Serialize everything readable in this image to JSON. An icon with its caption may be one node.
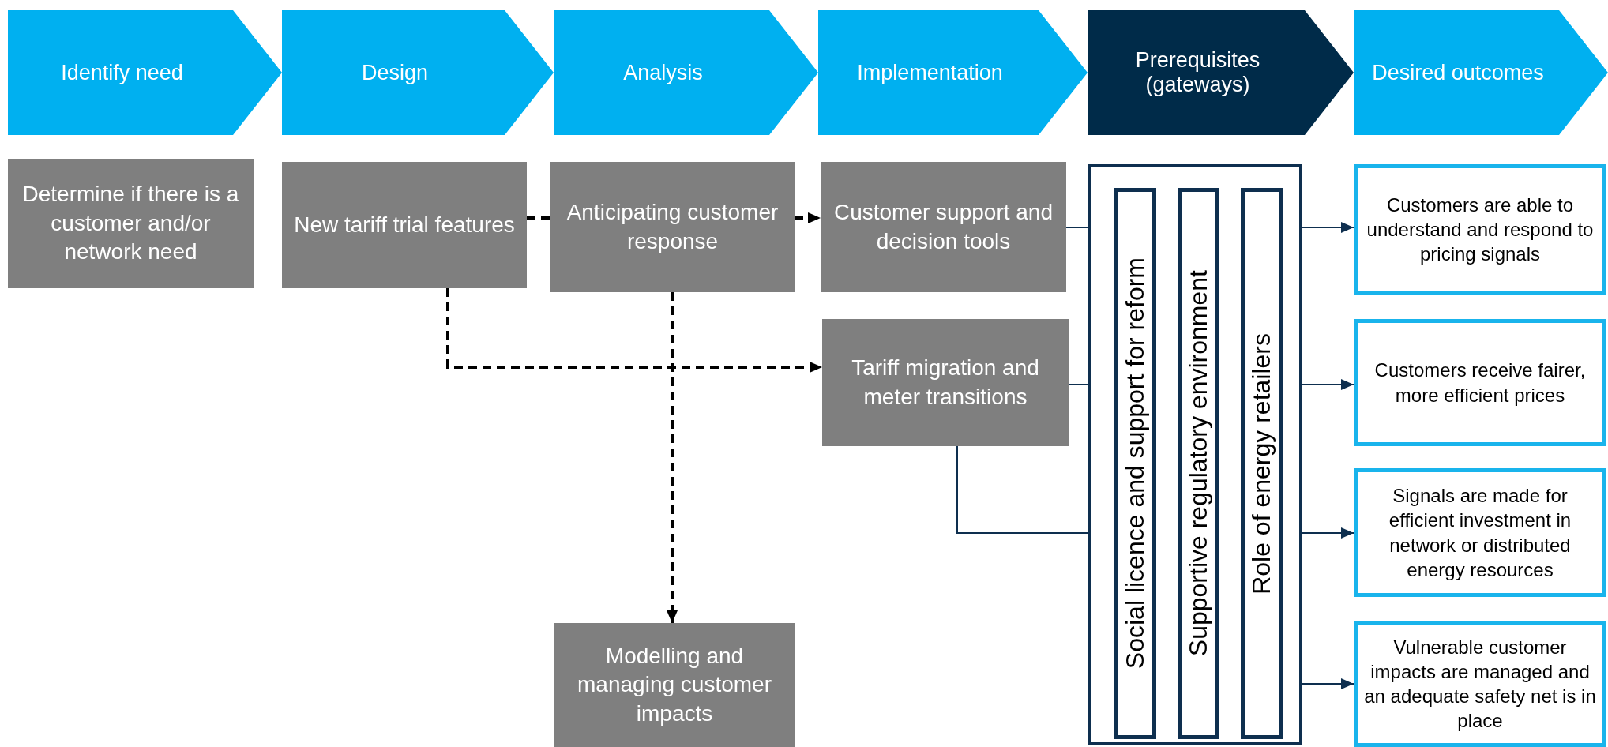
{
  "diagram": {
    "nodes": [
      {
        "text": [
          "Identify need"
        ]
      },
      {
        "text": [
          "Design"
        ]
      },
      {
        "text": [
          "Analysis"
        ]
      },
      {
        "text": [
          "Implementation"
        ]
      },
      {
        "text": [
          "Prerequisites (gateways)"
        ]
      },
      {
        "text": [
          "Desired outcomes"
        ]
      },
      {
        "text": [
          "Determine if there is a customer and/or network need"
        ]
      },
      {
        "text": [
          "New tariff trial features"
        ]
      },
      {
        "text": [
          "Anticipating customer response"
        ]
      },
      {
        "text": [
          "Customer support and decision tools"
        ]
      },
      {
        "text": [
          "Tariff migration and meter transitions"
        ]
      },
      {
        "text": [],
        "shape": "box"
      },
      {
        "text": [
          "Social licence and support for reform"
        ],
        "in": 11
      },
      {
        "text": [
          "Supportive regulatory environment"
        ],
        "in": 11
      },
      {
        "text": [
          "Role of energy retailers"
        ],
        "in": 11
      },
      {
        "text": [
          "Customers are able to understand and respond to pricing signals"
        ]
      },
      {
        "text": [
          "Customers receive fairer, more efficient prices"
        ]
      },
      {
        "text": [
          "Signals are made for efficient investment in network or distributed energy resources"
        ]
      },
      {
        "text": [
          "Vulnerable customer impacts are managed and an adequate safety net is in place"
        ]
      },
      {
        "text": [
          "Modelling and managing customer impacts"
        ]
      }
    ],
    "edges": [
      {
        "from": 7,
        "to": 8,
        "arrow": "none",
        "style": "dashed",
        "color": "#000000"
      },
      {
        "from": 8,
        "to": 9,
        "arrow": "to",
        "style": "dashed",
        "color": "#000000"
      },
      {
        "from": 7,
        "to": 10,
        "arrow": "to",
        "style": "dashed",
        "color": "#000000"
      },
      {
        "from": 8,
        "to": 19,
        "arrow": "to",
        "style": "dashed",
        "color": "#000000"
      },
      {
        "from": 9,
        "to": 11,
        "arrow": "none"
      },
      {
        "from": 10,
        "to": 11,
        "arrow": "none"
      },
      {
        "from": 10,
        "to": 11,
        "arrow": "none"
      },
      {
        "from": 11,
        "to": 15,
        "arrow": "to"
      },
      {
        "from": 11,
        "to": 16,
        "arrow": "to"
      },
      {
        "from": 11,
        "to": 17,
        "arrow": "to"
      },
      {
        "from": 11,
        "to": 18,
        "arrow": "to"
      }
    ]
  }
}
